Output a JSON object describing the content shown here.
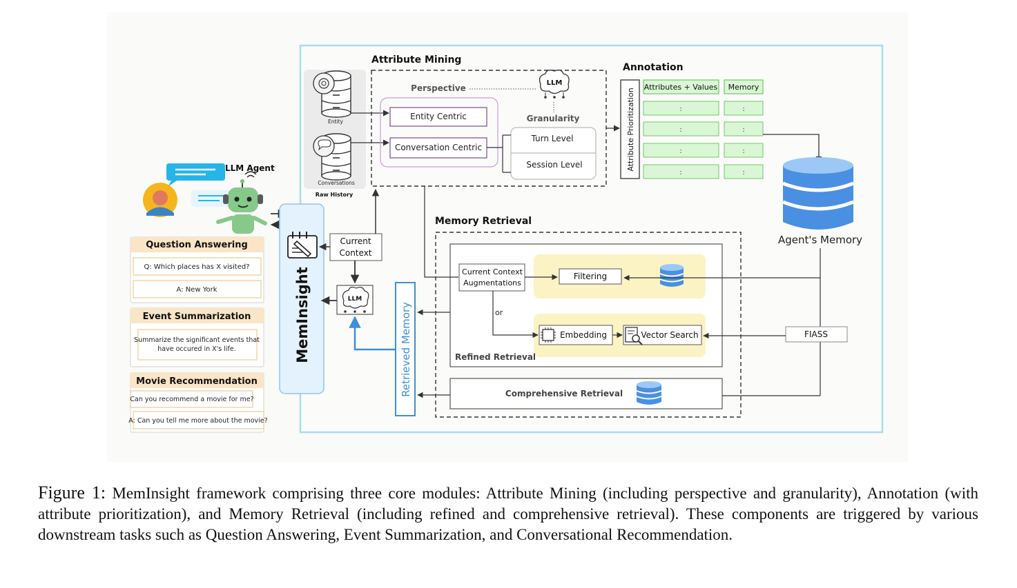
{
  "figure": {
    "llm_agent_label": "LLM Agent",
    "tasks": {
      "qa": {
        "title": "Question Answering",
        "question": "Q: Which places has X visited?",
        "answer": "A: New York"
      },
      "event": {
        "title": "Event Summarization",
        "prompt_line1": "Summarize the significant events that",
        "prompt_line2": "have occured in X's life."
      },
      "movie": {
        "title": "Movie Recommendation",
        "question": "Can you recommend a movie for me?",
        "answer": "A: Can you tell me more about the movie?"
      }
    },
    "meminsight_label": "MemInsight",
    "current_context": {
      "line1": "Current",
      "line2": "Context"
    },
    "llm_label": "LLM",
    "retrieved_memory_label": "Retrieved Memory",
    "raw_history": {
      "title": "Raw History",
      "entity": "Entity",
      "conversations": "Conversations"
    },
    "attribute_mining": {
      "title": "Attribute Mining",
      "perspective": "Perspective",
      "entity_centric": "Entity Centric",
      "conversation_centric": "Conversation Centric",
      "granularity": "Granularity",
      "turn_level": "Turn Level",
      "session_level": "Session Level"
    },
    "annotation": {
      "title": "Annotation",
      "prioritization": "Attribute Prioritization",
      "col_attributes": "Attributes + Values",
      "col_memory": "Memory",
      "cell": ":"
    },
    "agents_memory_label": "Agent's Memory",
    "memory_retrieval": {
      "title": "Memory Retrieval",
      "cca_line1": "Current Context",
      "cca_line2": "Augmentations",
      "filtering": "Filtering",
      "or_label": "or",
      "embedding": "Embedding",
      "vector_search": "Vector Search",
      "fiass": "FIASS",
      "refined": "Refined Retrieval",
      "comprehensive": "Comprehensive Retrieval"
    },
    "colors": {
      "module_border": "#a8dcec",
      "db_blue": "#4a90e2",
      "table_green": "#d9f7d4",
      "highlight_yellow": "#fbf3c4",
      "arrow_blue": "#3d8fd8"
    }
  },
  "caption": {
    "label": "Figure 1:",
    "text": "MemInsight framework comprising three core modules: Attribute Mining (including perspective and granularity), Annotation (with attribute prioritization), and Memory Retrieval (including refined and comprehensive retrieval). These components are triggered by various downstream tasks such as Question Answering, Event Summarization, and Conversational Recommendation."
  }
}
